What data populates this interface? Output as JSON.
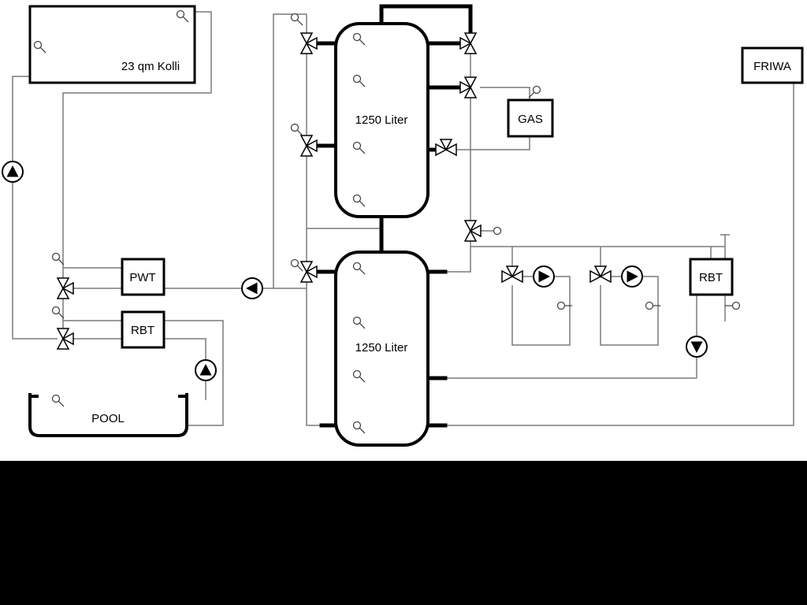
{
  "colors": {
    "background": "#ffffff",
    "bottom_band": "#000000",
    "pipe_gray": "#7a7a7a",
    "symbol_black": "#000000"
  },
  "labels": {
    "collector": "23 qm Kolli",
    "tank_top": "1250 Liter",
    "tank_bottom": "1250 Liter",
    "pwt": "PWT",
    "rbt_left": "RBT",
    "rbt_right": "RBT",
    "gas": "GAS",
    "friwa": "FRIWA",
    "pool": "POOL"
  },
  "icons": {
    "pump": "circle-with-filled-triangle",
    "three_way_valve": "bowtie-with-branch-triangle",
    "temperature_sensor": "small-circle-with-stem"
  },
  "component_counts": {
    "pumps": 6,
    "three_way_valves": 11,
    "sensors": 21,
    "buffer_tanks": 2
  }
}
